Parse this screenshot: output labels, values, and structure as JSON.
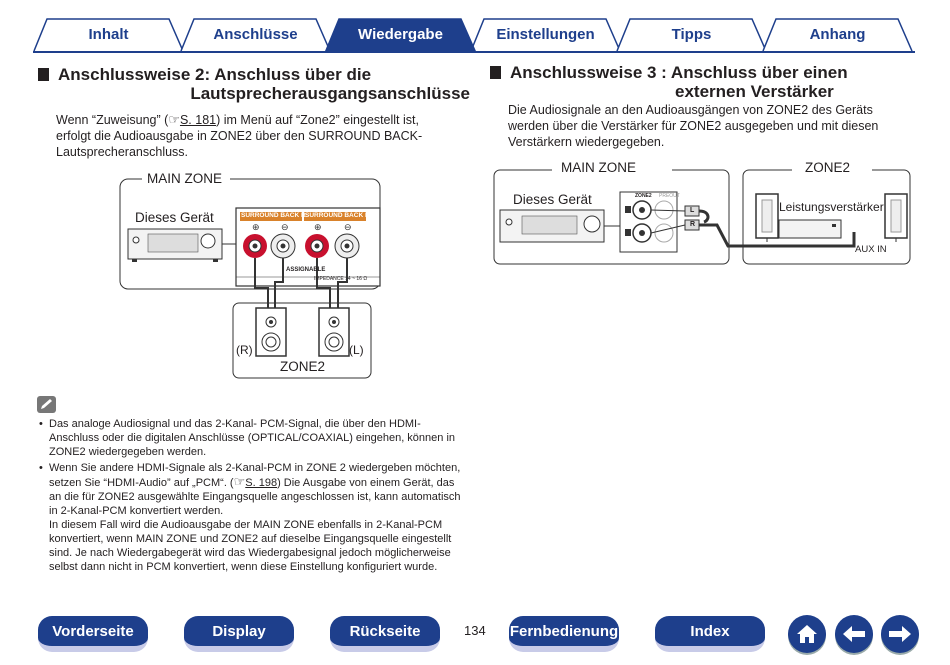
{
  "tabs": [
    {
      "label": "Inhalt",
      "active": false
    },
    {
      "label": "Anschlüsse",
      "active": false
    },
    {
      "label": "Wiedergabe",
      "active": true
    },
    {
      "label": "Einstellungen",
      "active": false
    },
    {
      "label": "Tipps",
      "active": false
    },
    {
      "label": "Anhang",
      "active": false
    }
  ],
  "left": {
    "title_line1": "Anschlussweise 2: Anschluss über die",
    "title_line2": "Lautsprecherausgangsanschlüsse",
    "intro_pre": "Wenn “Zuweisung” (",
    "intro_hand": "☞",
    "intro_link": "S. 181",
    "intro_post1": ") im Menü auf “Zone2” eingestellt ist,",
    "intro_line2": "erfolgt die Audioausgabe in ZONE2 über den SURROUND BACK-",
    "intro_line3": "Lautsprecheranschluss.",
    "diagram": {
      "main_zone": "MAIN ZONE",
      "device": "Dieses Gerät",
      "sb_r": "SURROUND BACK",
      "sb_r_ch": "R",
      "sb_l": "SURROUND BACK",
      "sb_l_ch": "L",
      "assignable": "ASSIGNABLE",
      "impedance": "IMPEDANCE : 4 ~ 16 Ω",
      "speaker_r": "(R)",
      "speaker_l": "(L)",
      "zone2": "ZONE2"
    }
  },
  "right": {
    "title_line1": "Anschlussweise 3 : Anschluss über einen",
    "title_line2": "externen Verstärker",
    "intro_line1": "Die Audiosignale an den Audioausgängen von ZONE2 des Geräts",
    "intro_line2": "werden über die Verstärker für ZONE2 ausgegeben und mit diesen",
    "intro_line3": "Verstärkern wiedergegeben.",
    "diagram": {
      "main_zone": "MAIN ZONE",
      "zone2": "ZONE2",
      "device": "Dieses Gerät",
      "amp": "Leistungsverstärker",
      "aux_in": "AUX IN",
      "zone2_small": "ZONE2",
      "pre_out": "PREOUT",
      "ch_l": "L",
      "ch_r": "R"
    }
  },
  "notes": [
    "Das analoge Audiosignal und das 2-Kanal- PCM-Signal, die über den HDMI-Anschluss oder die digitalen Anschlüsse (OPTICAL/COAXIAL) eingehen, können in ZONE2 wiedergegeben werden.",
    {
      "pre": "Wenn Sie andere HDMI-Signale als 2-Kanal-PCM in ZONE 2 wiedergeben möchten, setzen Sie “HDMI-Audio” auf „PCM“. (",
      "hand": "☞",
      "link": "S. 198",
      "post": ") Die Ausgabe von einem Gerät, das an die für ZONE2 ausgewählte Eingangsquelle angeschlossen ist, kann automatisch in 2-Kanal-PCM konvertiert werden.",
      "extra": "In diesem Fall wird die Audioausgabe der MAIN ZONE ebenfalls in 2-Kanal-PCM konvertiert, wenn MAIN ZONE und ZONE2 auf dieselbe Eingangsquelle eingestellt sind. Je nach Wiedergabegerät wird das Wiedergabesignal jedoch möglicherweise selbst dann nicht in PCM konvertiert, wenn diese Einstellung konfiguriert wurde."
    }
  ],
  "footer": {
    "buttons": [
      "Vorderseite",
      "Display",
      "Rückseite",
      "Fernbedienung",
      "Index"
    ],
    "page_number": "134",
    "home_icon": "home-icon",
    "back_icon": "arrow-left-icon",
    "forward_icon": "arrow-right-icon"
  },
  "colors": {
    "primary": "#1e3f8c",
    "button_shadow": "#c8cbe8",
    "terminal_red": "#c8102e",
    "label_orange": "#d9822b"
  }
}
